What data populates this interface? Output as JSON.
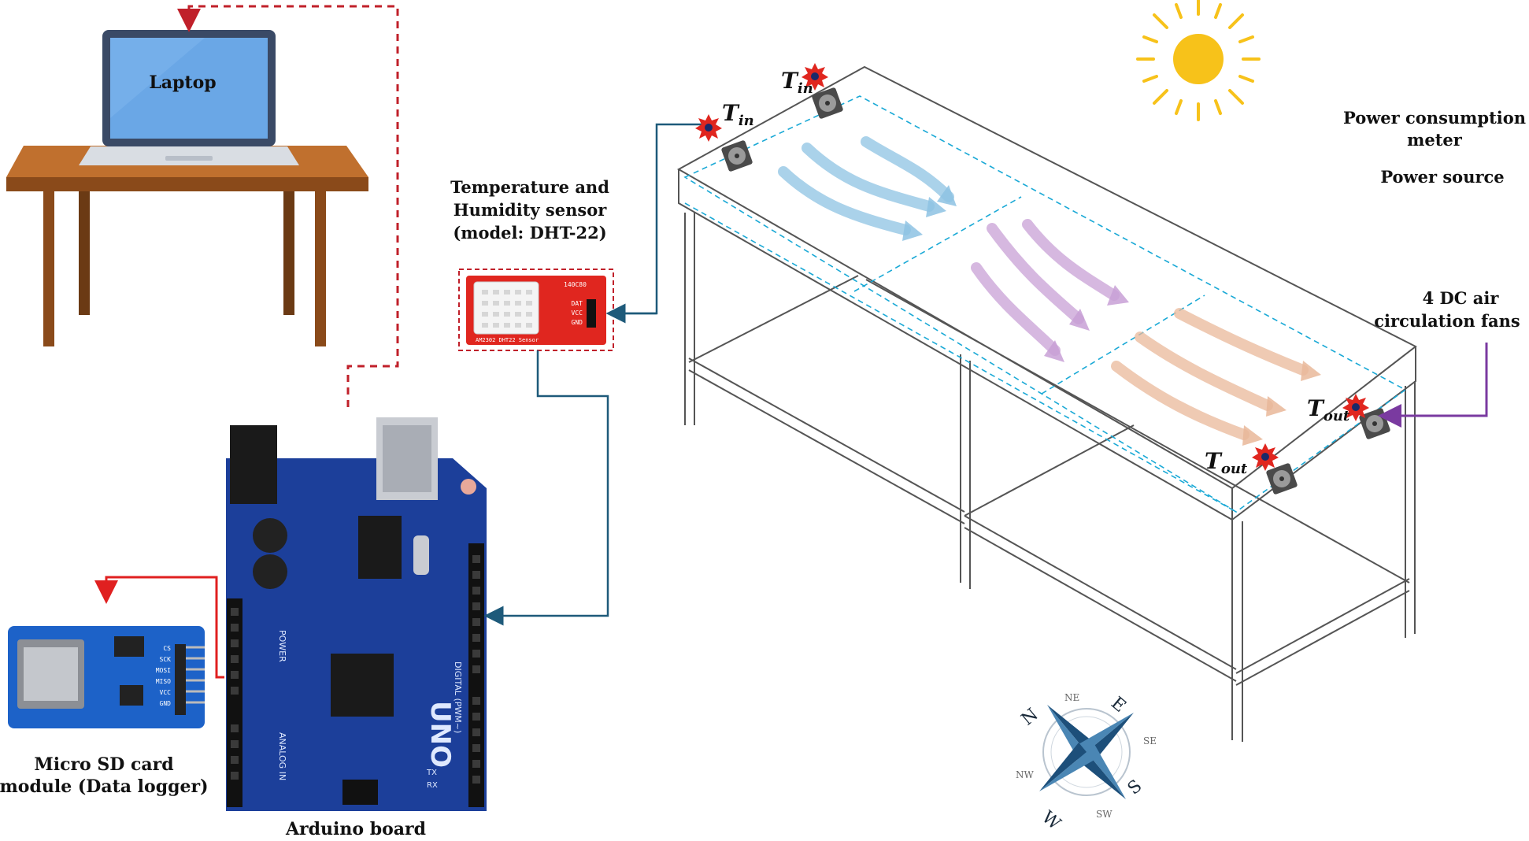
{
  "labels": {
    "laptop": "Laptop",
    "sensor_line1": "Temperature and",
    "sensor_line2": "Humidity sensor",
    "sensor_line3": "(model: DHT-22)",
    "sd_line1": "Micro SD card",
    "sd_line2": "module (Data logger)",
    "arduino": "Arduino board",
    "power_meter_line1": "Power consumption",
    "power_meter_line2": "meter",
    "power_source": "Power source",
    "fans_line1": "4 DC air",
    "fans_line2": "circulation fans"
  },
  "temperature_markers": {
    "t_in_base": "T",
    "t_in_sub": "in",
    "t_out_base": "T",
    "t_out_sub": "out"
  },
  "sensor_board": {
    "model_text": "AM2302 DHT22 Sensor",
    "pin_dat": "DAT",
    "pin_vcc": "VCC",
    "pin_gnd": "GND",
    "code": "140C80"
  },
  "sd_module_pins": [
    "CS",
    "SCK",
    "MOSI",
    "MISO",
    "VCC",
    "GND"
  ],
  "arduino_board": {
    "brand": "UNO",
    "power_header": "POWER",
    "analog_header": "ANALOG IN",
    "digital_header": "DIGITAL (PWM~)",
    "tx_label": "TX",
    "rx_label": "RX"
  },
  "compass": {
    "n": "N",
    "ne": "NE",
    "e": "E",
    "se": "SE",
    "s": "S",
    "sw": "SW",
    "w": "W",
    "nw": "NW"
  },
  "colors": {
    "laptop_dashed_line": "#c0202a",
    "sd_line": "#e02020",
    "sensor_line": "#1e5a7a",
    "fan_pointer": "#7a3aa0",
    "arduino_blue": "#1c3f9a",
    "sensor_red": "#e0261f",
    "cyan_dashed": "#1aa9d6",
    "arrow_blue": "#8ec3e3",
    "arrow_purple": "#c8a0d6",
    "arrow_orange": "#e9b89a",
    "sun": "#f7c21a",
    "table_wood": "#b8672a"
  }
}
